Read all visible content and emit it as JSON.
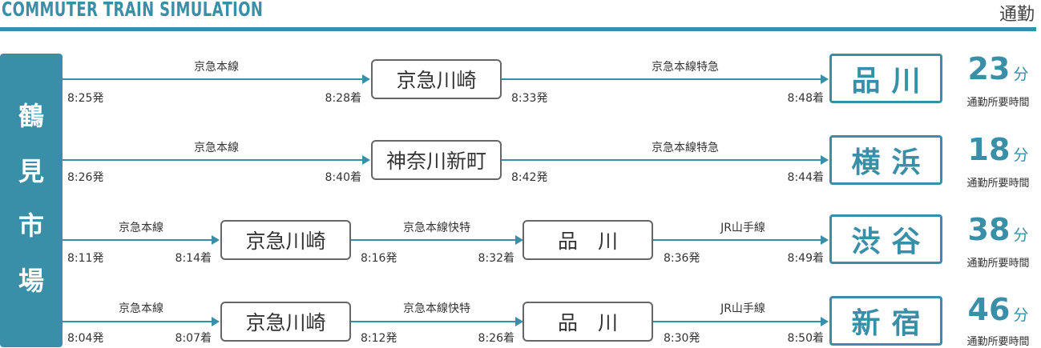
{
  "header": {
    "title": "COMMUTER TRAIN SIMULATION",
    "mode": "通勤"
  },
  "origin": {
    "chars": [
      "鶴",
      "見",
      "市",
      "場"
    ]
  },
  "routes": [
    {
      "destination": "品川",
      "minutes": "23",
      "unit": "分",
      "caption": "通勤所要時間",
      "legs": [
        {
          "line": "京急本線",
          "dep": "8:25発",
          "arr": "8:28着"
        },
        {
          "line": "京急本線特急",
          "dep": "8:33発",
          "arr": "8:48着"
        }
      ],
      "transfers": [
        "京急川崎"
      ]
    },
    {
      "destination": "横浜",
      "minutes": "18",
      "unit": "分",
      "caption": "通勤所要時間",
      "legs": [
        {
          "line": "京急本線",
          "dep": "8:26発",
          "arr": "8:40着"
        },
        {
          "line": "京急本線特急",
          "dep": "8:42発",
          "arr": "8:44着"
        }
      ],
      "transfers": [
        "神奈川新町"
      ]
    },
    {
      "destination": "渋谷",
      "minutes": "38",
      "unit": "分",
      "caption": "通勤所要時間",
      "legs": [
        {
          "line": "京急本線",
          "dep": "8:11発",
          "arr": "8:14着"
        },
        {
          "line": "京急本線快特",
          "dep": "8:16発",
          "arr": "8:32着"
        },
        {
          "line": "JR山手線",
          "dep": "8:36発",
          "arr": "8:49着"
        }
      ],
      "transfers": [
        "京急川崎",
        "品　川"
      ]
    },
    {
      "destination": "新宿",
      "minutes": "46",
      "unit": "分",
      "caption": "通勤所要時間",
      "legs": [
        {
          "line": "京急本線",
          "dep": "8:04発",
          "arr": "8:07着"
        },
        {
          "line": "京急本線快特",
          "dep": "8:12発",
          "arr": "8:26着"
        },
        {
          "line": "JR山手線",
          "dep": "8:30発",
          "arr": "8:50着"
        }
      ],
      "transfers": [
        "京急川崎",
        "品　川"
      ]
    }
  ]
}
